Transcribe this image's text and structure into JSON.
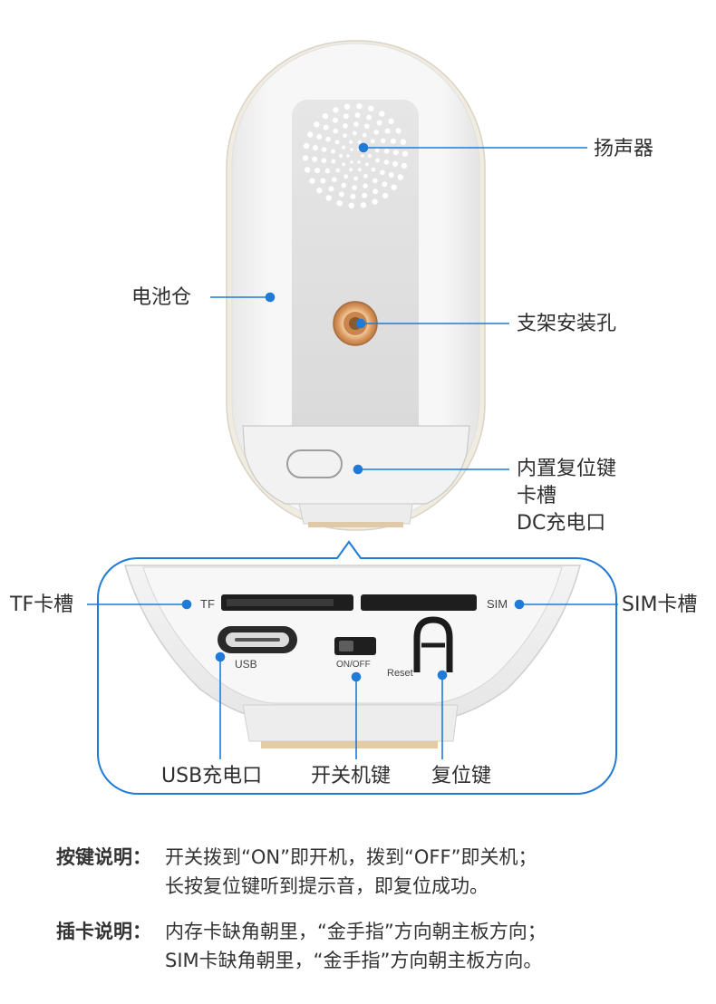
{
  "callouts": {
    "speaker": "扬声器",
    "battery": "电池仓",
    "mount_hole": "支架安装孔",
    "bottom_line1": "内置复位键",
    "bottom_line2": "卡槽",
    "bottom_line3": "DC充电口",
    "tf_slot": "TF卡槽",
    "sim_slot": "SIM卡槽",
    "usb_port": "USB充电口",
    "power_switch": "开关机键",
    "reset_key": "复位键"
  },
  "panel_marks": {
    "tf": "TF",
    "sim": "SIM",
    "usb": "USB",
    "onoff": "ON/OFF",
    "reset": "Reset"
  },
  "notes": [
    {
      "head": "按键说明：",
      "lines": [
        "开关拨到“ON”即开机，拨到“OFF”即关机；",
        "长按复位键听到提示音，即复位成功。"
      ]
    },
    {
      "head": "插卡说明：",
      "lines": [
        "内存卡缺角朝里，“金手指”方向朝主板方向；",
        "SIM卡缺角朝里，“金手指”方向朝主板方向。"
      ]
    }
  ],
  "colors": {
    "accent": "#1f7ad8",
    "device_shell": "#f4f4f4",
    "device_panel": "#e2e2e2",
    "mount_ring": "#d89a5a"
  },
  "icons": [
    "speaker-grille-icon",
    "mount-hole-icon",
    "callout-dot-icon"
  ]
}
